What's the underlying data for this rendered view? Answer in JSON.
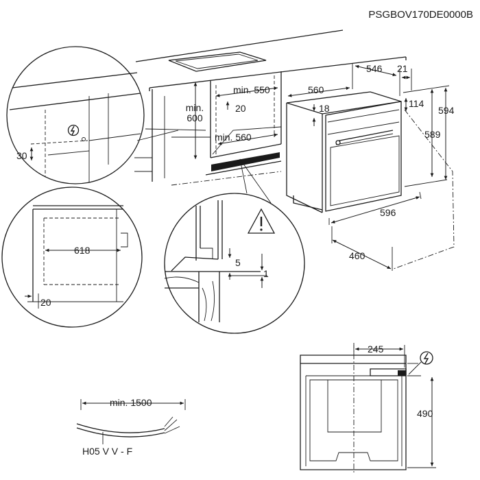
{
  "model_code": "PSGBOV170DE0000B",
  "dimensions": {
    "niche_width": "min. 550",
    "niche_height": "min. 600",
    "niche_depth": "min. 560",
    "niche_gap": "20",
    "oven_depth": "546",
    "oven_front": "21",
    "oven_width": "560",
    "oven_top_offset": "18",
    "oven_panel": "114",
    "oven_height": "594",
    "oven_body_height": "589",
    "oven_front_width": "596",
    "oven_side_depth": "460",
    "socket_height": "30",
    "detail_width": "618",
    "detail_gap": "20",
    "gap_5": "5",
    "gap_1": "1",
    "socket_offset": "245",
    "back_height": "490",
    "cable_length": "min. 1500"
  },
  "cable_type": "H05 V V - F",
  "icons": {
    "electric": "electric-hazard-icon",
    "warning": "warning-triangle-icon"
  }
}
